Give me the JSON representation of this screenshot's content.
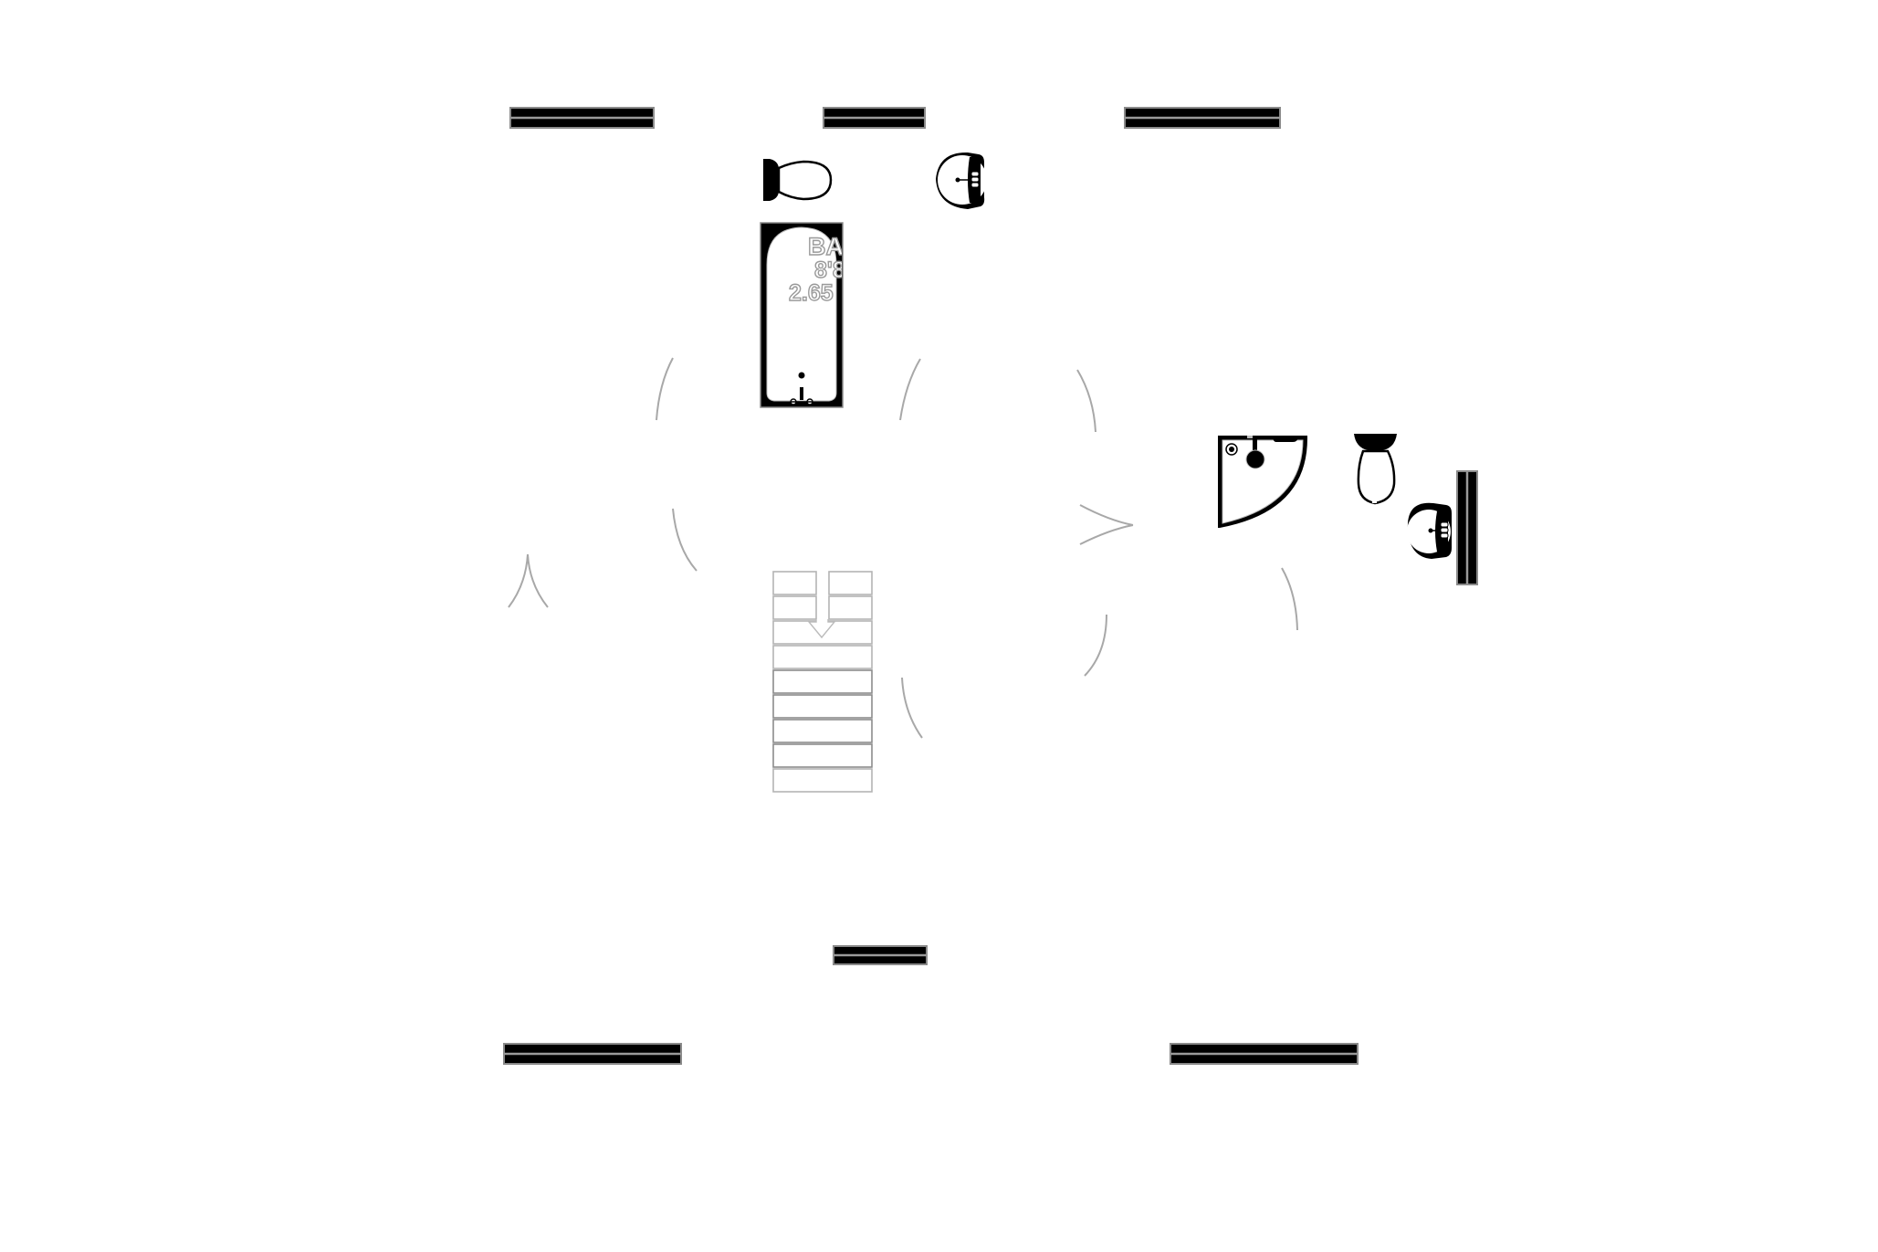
{
  "diagram": {
    "type": "floor-plan",
    "background_color": "#ffffff",
    "wall_color": "#000000",
    "door_arc_color": "#a8a8a8",
    "room_label": {
      "name": "BA",
      "dimension_imperial": "8'8",
      "dimension_metric": "2.65"
    },
    "walls": [
      {
        "name": "top-wall-left"
      },
      {
        "name": "top-wall-center"
      },
      {
        "name": "top-wall-right"
      },
      {
        "name": "inner-wall-center"
      },
      {
        "name": "bottom-wall-left"
      },
      {
        "name": "bottom-wall-right"
      },
      {
        "name": "right-vertical-wall"
      }
    ],
    "fixtures": [
      {
        "name": "toilet",
        "location": "upper-center"
      },
      {
        "name": "sink",
        "location": "upper-center"
      },
      {
        "name": "bathtub",
        "location": "upper-center"
      },
      {
        "name": "corner-shower",
        "location": "right"
      },
      {
        "name": "toilet",
        "location": "right"
      },
      {
        "name": "sink",
        "location": "right"
      },
      {
        "name": "staircase",
        "location": "center",
        "steps": 9,
        "direction": "down"
      }
    ]
  }
}
